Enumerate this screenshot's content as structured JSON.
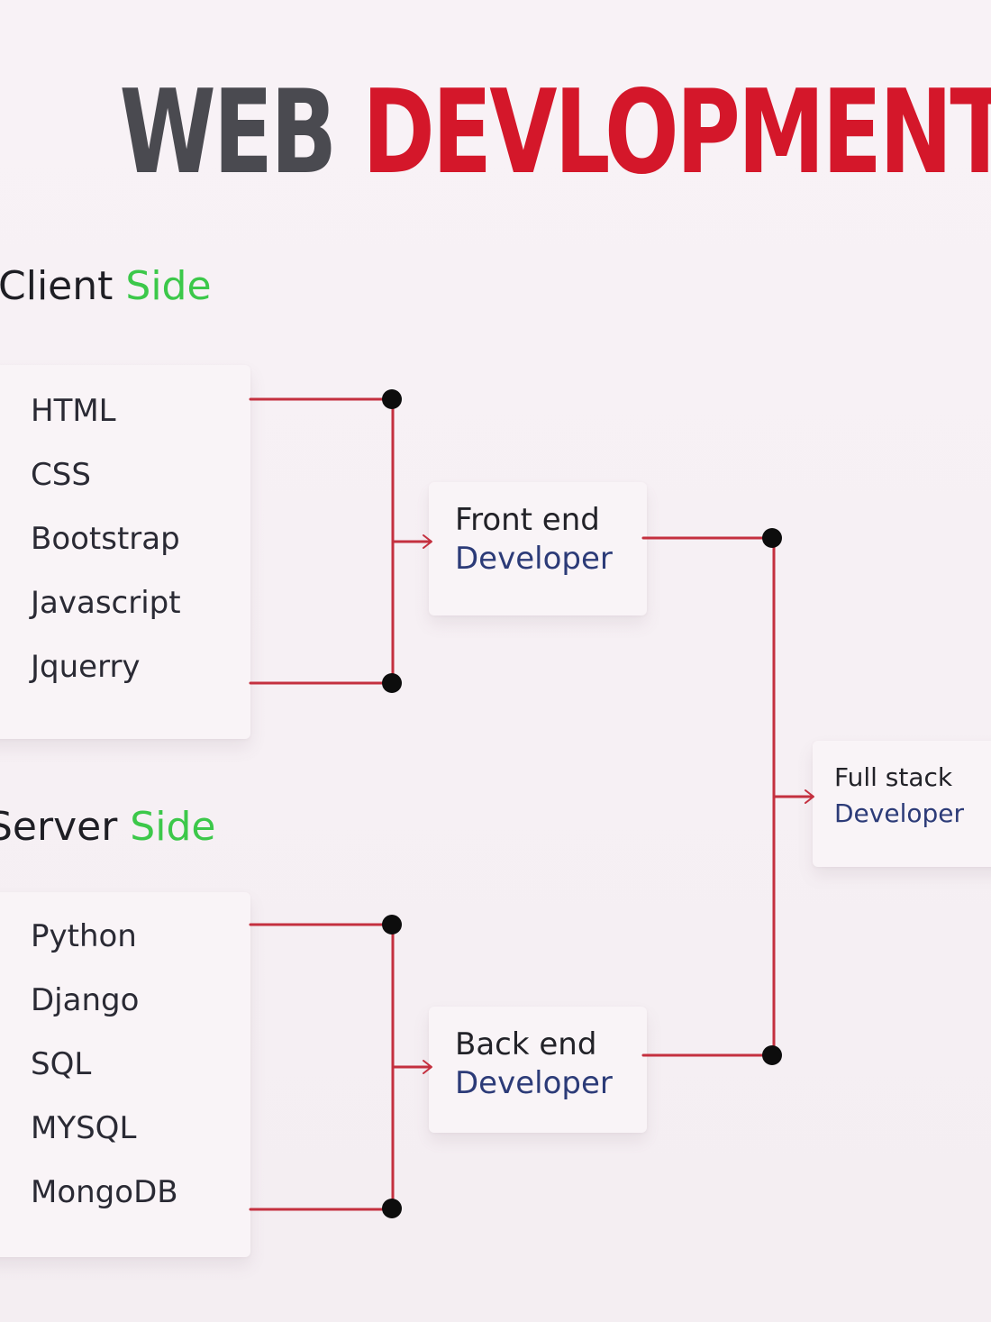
{
  "title": {
    "part1": "WEB",
    "part2": "DEVLOPMENT",
    "part1_color": "#4a4a50",
    "part2_color": "#d4172a"
  },
  "client": {
    "heading": "Client",
    "heading_accent": "Side",
    "items": [
      "HTML",
      "CSS",
      "Bootstrap",
      "Javascript",
      "Jquerry"
    ]
  },
  "server": {
    "heading": "Server",
    "heading_accent": "Side",
    "items": [
      "Python",
      "Django",
      "SQL",
      "MYSQL",
      "MongoDB"
    ]
  },
  "frontend": {
    "line1": "Front end",
    "line2": "Developer"
  },
  "backend": {
    "line1": "Back end",
    "line2": "Developer"
  },
  "fullstack": {
    "line1": "Full stack",
    "line2": "Developer"
  },
  "colors": {
    "connector": "#c4303f",
    "node_dot": "#0d0d0d",
    "accent_green": "#3cc84a",
    "role_blue": "#2c3b78"
  }
}
